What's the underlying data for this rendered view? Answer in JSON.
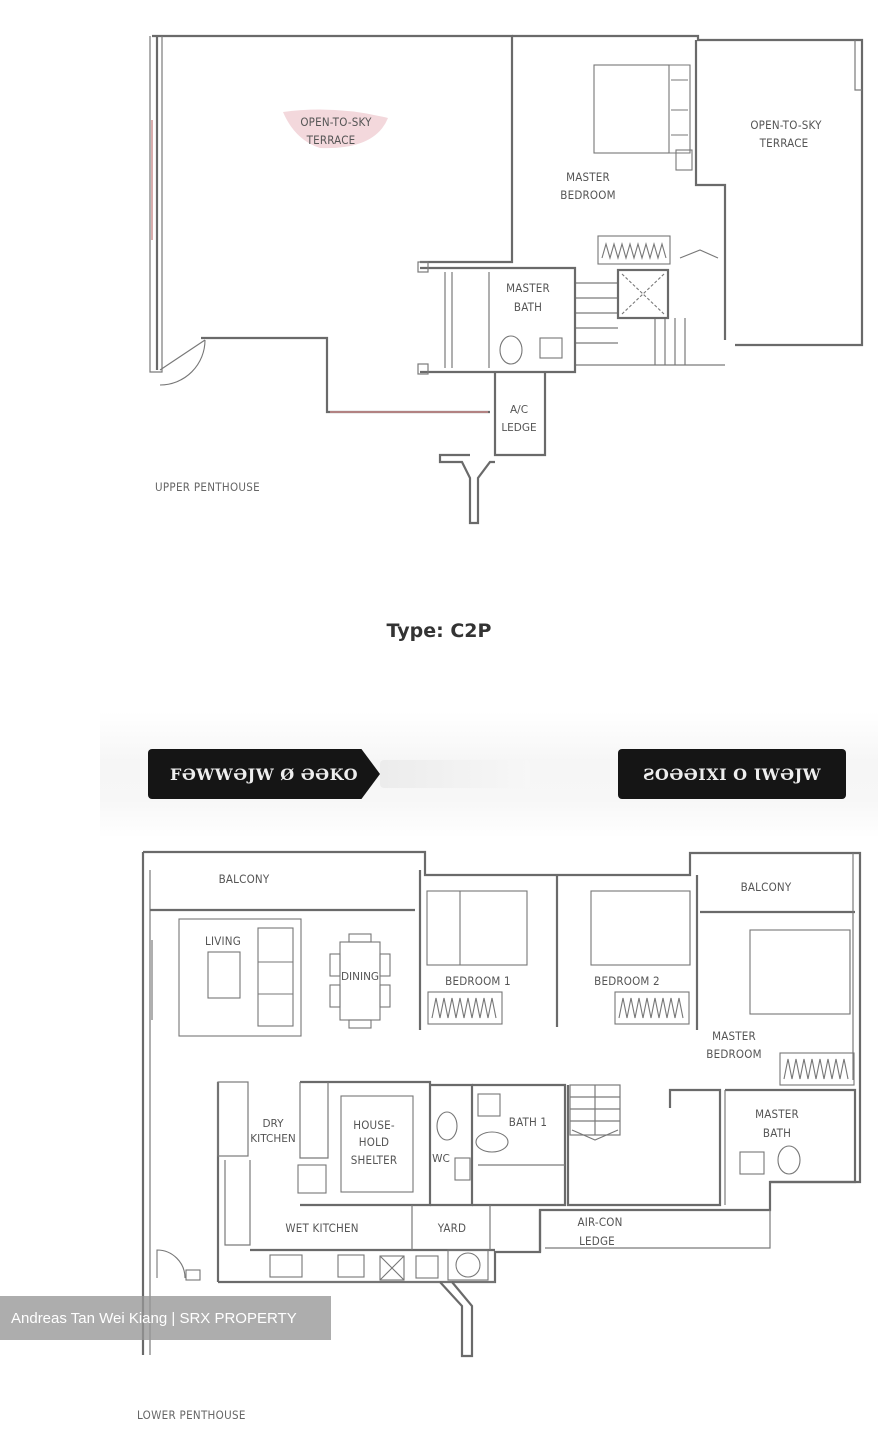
{
  "title": "Type: C2P",
  "upper_penthouse": {
    "label": "UPPER PENTHOUSE",
    "rooms": {
      "terrace_left": [
        "OPEN-TO-SKY",
        "TERRACE"
      ],
      "master_bedroom": [
        "MASTER",
        "BEDROOM"
      ],
      "terrace_right": [
        "OPEN-TO-SKY",
        "TERRACE"
      ],
      "master_bath": [
        "MASTER",
        "BATH"
      ],
      "ac_ledge": [
        "A/C",
        "LEDGE"
      ]
    }
  },
  "lower_penthouse": {
    "label": "LOWER PENTHOUSE",
    "rooms": {
      "balcony_left": "BALCONY",
      "living": "LIVING",
      "dining": "DINING",
      "bedroom1": "BEDROOM 1",
      "bedroom2": "BEDROOM 2",
      "balcony_right": "BALCONY",
      "master_bedroom": [
        "MASTER",
        "BEDROOM"
      ],
      "dry_kitchen": [
        "DRY",
        "KITCHEN"
      ],
      "household_shelter": [
        "HOUSE-",
        "HOLD",
        "SHELTER"
      ],
      "wc": "WC",
      "bath1": "BATH 1",
      "master_bath": [
        "MASTER",
        "BATH"
      ],
      "wet_kitchen": "WET KITCHEN",
      "yard": "YARD",
      "aircon_ledge": [
        "AIR-CON",
        "LEDGE"
      ]
    }
  },
  "badges": {
    "left": "FƏWWƏJW Ø ƏƏKO",
    "right": "ƧOƏƏIXI O ƖWƏJW"
  },
  "watermark": "Andreas Tan Wei Kiang | SRX PROPERTY"
}
